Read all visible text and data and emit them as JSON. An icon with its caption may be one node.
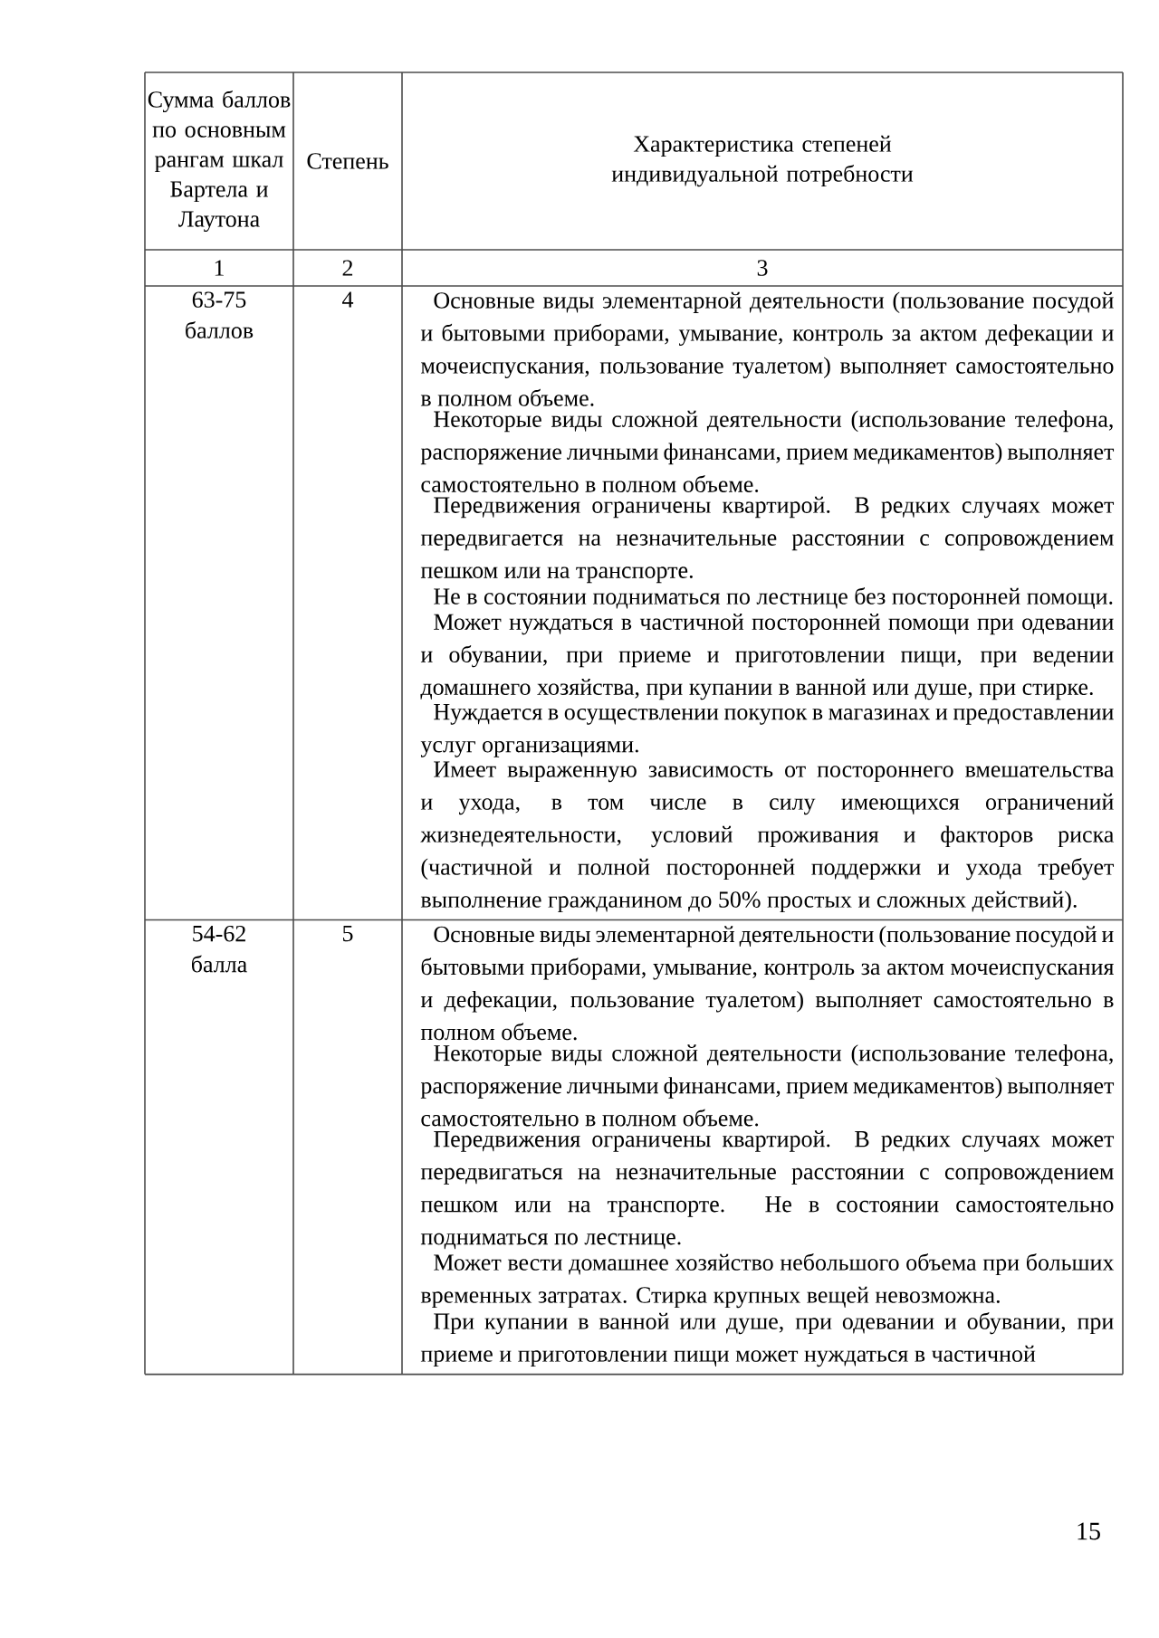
{
  "diagram": {
    "labels": [
      "Сумма баллов по основным рангам шкал Бартела и Лаутона",
      "Степень",
      "Характеристика степеней индивидуальной потребности",
      "1",
      "2",
      "3",
      "63-75 баллов",
      "4",
      "Основные виды элементарной деятельности (пользование посудой и бытовыми приборами, умывание, контроль за актом дефекации и мочеиспускания, пользование туалетом) выполняет самостоятельно в полном объеме.",
      "Некоторые виды сложной деятельности (использование телефона, распоряжение личными финансами, прием медикаментов) выполняет самостоятельно в полном объеме.",
      "Передвижения ограничены квартирой. В редких случаях может передвигается на незначительные расстоянии с сопровождением пешком или на транспорте.",
      "Не в состоянии подниматься по лестнице без посторонней помощи.",
      "Может нуждаться в частичной посторонней помощи при одевании и обувании, при приеме и приготовлении пищи, при ведении домашнего хозяйства, при купании в ванной или душе, при стирке.",
      "Нуждается в осуществлении покупок в магазинах и предоставлении услуг организациями.",
      "Имеет выраженную зависимость от постороннего вмешательства и ухода, в том числе в силу имеющихся ограничений жизнедеятельности, условий проживания и факторов риска (частичной и полной посторонней поддержки и ухода требует выполнение гражданином до 50% простых и сложных действий).",
      "54-62 балла",
      "5",
      "Основные виды элементарной деятельности (пользование посудой и бытовыми приборами, умывание, контроль за актом мочеиспускания и дефекации, пользование туалетом) выполняет самостоятельно в полном объеме.",
      "Некоторые виды сложной деятельности (использование телефона, распоряжение личными финансами, прием медикаментов) выполняет самостоятельно в полном объеме.",
      "Передвижения ограничены квартирой. В редких случаях может передвигаться на незначительные расстоянии с сопровождением пешком или на транспорте. Не в состоянии самостоятельно подниматься по лестнице.",
      "Может вести домашнее хозяйство небольшого объема при больших временных затратах. Стирка крупных вещей невозможна.",
      "При купании в ванной или душе, при одевании и обувании, при приеме и приготовлении пищи может нуждаться в частичной",
      "15"
    ]
  }
}
